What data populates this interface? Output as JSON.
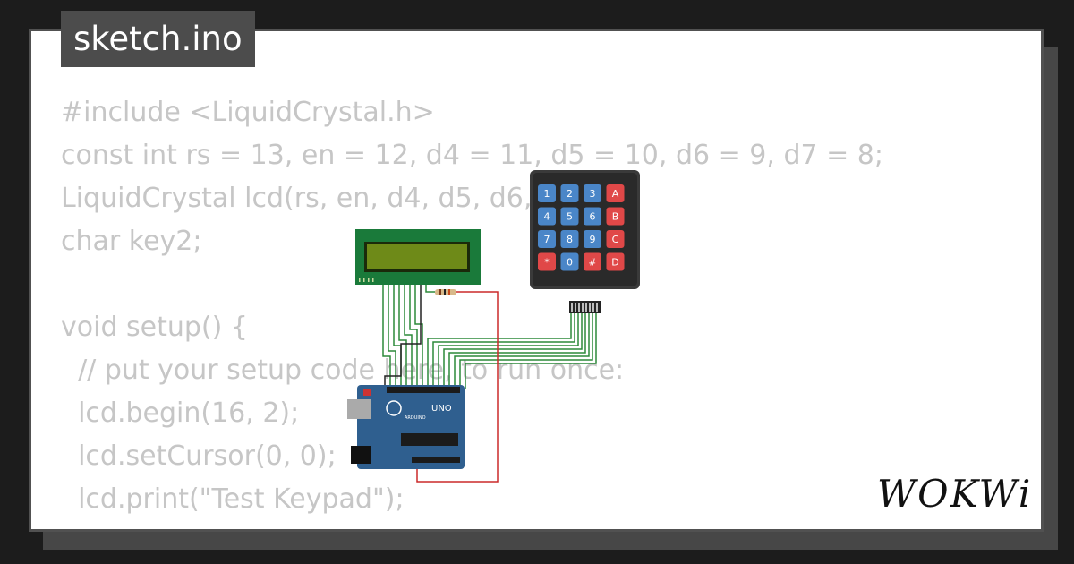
{
  "file_tab": {
    "label": "sketch.ino"
  },
  "code_lines": [
    "#include <LiquidCrystal.h>",
    "const int rs = 13, en = 12, d4 = 11, d5 = 10, d6 = 9, d7 = 8;",
    "LiquidCrystal lcd(rs, en, d4, d5, d6,",
    "char key2;",
    "",
    "void setup() {",
    "  // put your setup code here, to run once:",
    "  lcd.begin(16, 2);",
    "  lcd.setCursor(0, 0);",
    "  lcd.print(\"Test Keypad\");"
  ],
  "keypad": {
    "keys": [
      [
        "1",
        "2",
        "3",
        "A"
      ],
      [
        "4",
        "5",
        "6",
        "B"
      ],
      [
        "7",
        "8",
        "9",
        "C"
      ],
      [
        "*",
        "0",
        "#",
        "D"
      ]
    ]
  },
  "arduino": {
    "model": "UNO",
    "brand": "ARDUINO"
  },
  "brand": {
    "logo": "WOKWi"
  },
  "colors": {
    "digit_key": "#4a86c8",
    "special_key": "#e04848",
    "lcd_board": "#1a7a3a",
    "lcd_screen": "#6e8a18",
    "arduino_board": "#2f5f8f",
    "wire_green": "#2d8a3a",
    "wire_red": "#cc2a2a"
  }
}
